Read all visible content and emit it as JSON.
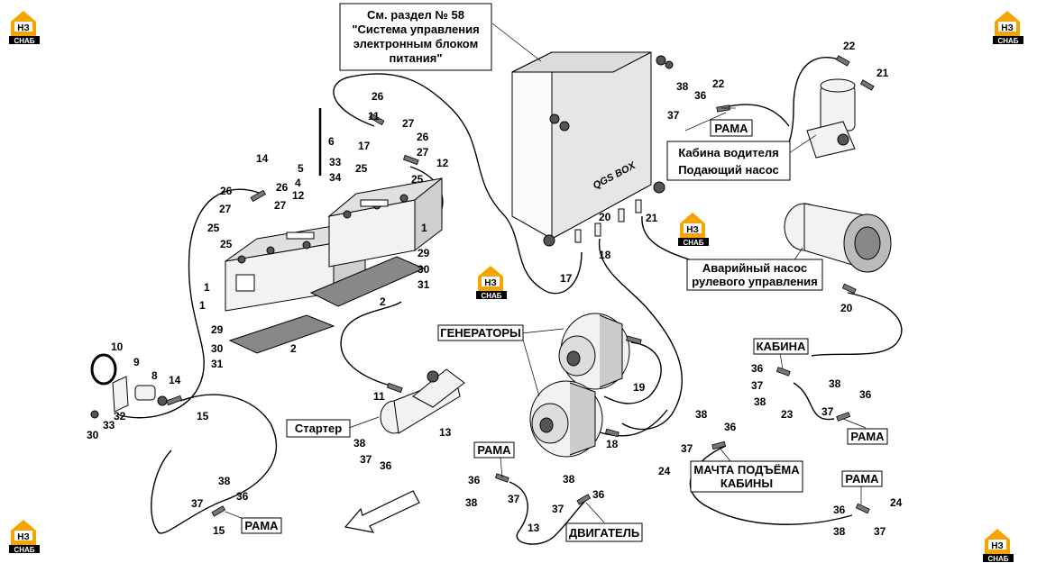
{
  "logos": {
    "initials": "НЗ",
    "subtitle": "СНАБ",
    "brand_color": "#f5a400"
  },
  "callouts": {
    "section_ref": {
      "line1": "См. раздел № 58",
      "line2": "\"Система управления",
      "line3": "электронным блоком",
      "line4": "питания\""
    },
    "box_label": "QGS BOX",
    "frame_top": "РАМА",
    "driver_cab": {
      "line1": "Кабина водителя",
      "line2": "Подающий насос"
    },
    "emergency_pump": {
      "line1": "Аварийный насос",
      "line2": "рулевого управления"
    },
    "generators": "ГЕНЕРАТОРЫ",
    "cab": "КАБИНА",
    "frame_cab": "РАМА",
    "starter": "Стартер",
    "frame_center": "РАМА",
    "engine": "ДВИГАТЕЛЬ",
    "mast": {
      "line1": "МАЧТА ПОДЪЁМА",
      "line2": "КАБИНЫ"
    },
    "frame_bottom_right": "РАМА",
    "frame_bottom_left": "РАМА"
  },
  "part_numbers": [
    "26",
    "11",
    "27",
    "26",
    "6",
    "17",
    "27",
    "12",
    "5",
    "33",
    "4",
    "34",
    "25",
    "25",
    "12",
    "26",
    "14",
    "26",
    "27",
    "27",
    "25",
    "25",
    "1",
    "1",
    "29",
    "30",
    "31",
    "2",
    "1",
    "2",
    "29",
    "30",
    "31",
    "22",
    "21",
    "38",
    "36",
    "22",
    "37",
    "20",
    "21",
    "17",
    "18",
    "20",
    "19",
    "11",
    "10",
    "9",
    "8",
    "14",
    "32",
    "33",
    "15",
    "30",
    "13",
    "18",
    "38",
    "36",
    "37",
    "36",
    "37",
    "38",
    "23",
    "38",
    "36",
    "37",
    "24",
    "38",
    "37",
    "36",
    "36",
    "37",
    "38",
    "38",
    "36",
    "37",
    "13",
    "38",
    "37",
    "36",
    "15",
    "36",
    "38",
    "37",
    "24"
  ]
}
